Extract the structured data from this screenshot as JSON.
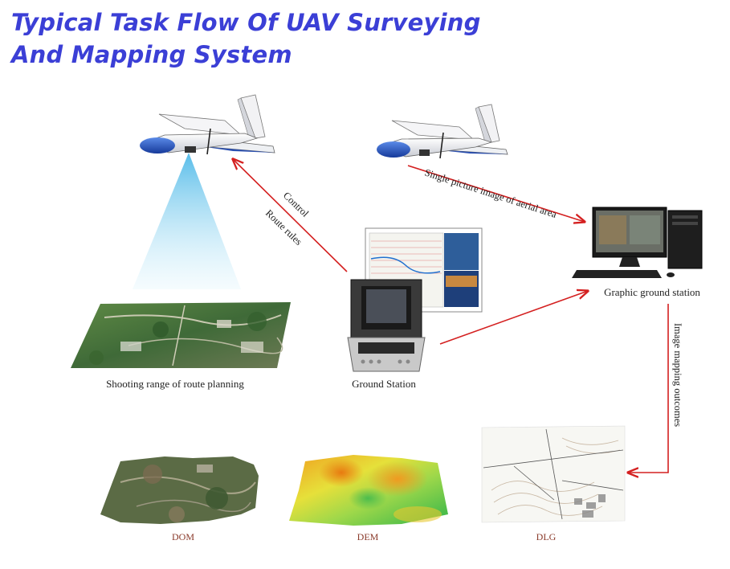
{
  "title": {
    "line1": "Typical Task Flow Of UAV Surveying",
    "line2": "And Mapping System"
  },
  "labels": {
    "shooting_range": "Shooting range of route planning",
    "ground_station": "Ground Station",
    "graphic_ground_station": "Graphic ground station",
    "control": "Control",
    "route_rules": "Route rules",
    "single_picture": "Single picture image of aerial area",
    "image_mapping": "Image mapping outcomes",
    "dom": "DOM",
    "dem": "DEM",
    "dlg": "DLG"
  },
  "colors": {
    "title": "#3b3fd6",
    "arrow": "#d42020"
  }
}
